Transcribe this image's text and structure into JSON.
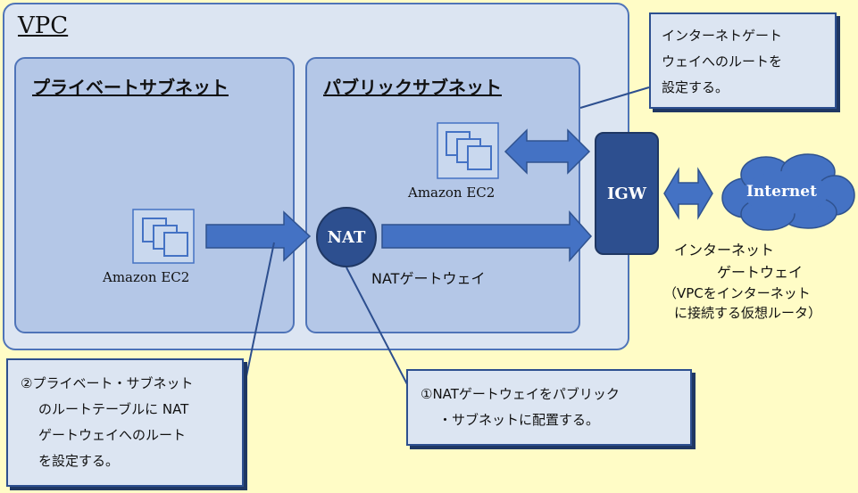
{
  "vpc": {
    "label": "VPC"
  },
  "private_subnet": {
    "title": "プライベートサブネット",
    "ec2_label": "Amazon EC2"
  },
  "public_subnet": {
    "title": "パブリックサブネット",
    "ec2_label": "Amazon EC2",
    "nat_label": "NAT",
    "nat_caption": "NATゲートウェイ"
  },
  "igw": {
    "label": "IGW"
  },
  "internet": {
    "label": "Internet"
  },
  "igw_caption": {
    "line1": "インターネット",
    "line2": "ゲートウェイ",
    "line3": "（VPCをインターネット",
    "line4": "に接続する仮想ルータ）"
  },
  "notes": {
    "igw_route": [
      "インターネトゲート",
      "ウェイへのルートを",
      "設定する。"
    ],
    "private_route": [
      "②プライベート・サブネット",
      "のルートテーブルに NAT",
      "ゲートウェイへのルート",
      "を設定する。"
    ],
    "nat_place": [
      "①NATゲートウェイをパブリック",
      "・サブネットに配置する。"
    ]
  },
  "colors": {
    "background": "#fffcc6",
    "vpc_fill": "#dce5f2",
    "subnet_fill": "#b4c7e7",
    "border_blue": "#4f74b8",
    "dark_blue": "#2d4f8f",
    "arrow_fill": "#4472c4"
  }
}
